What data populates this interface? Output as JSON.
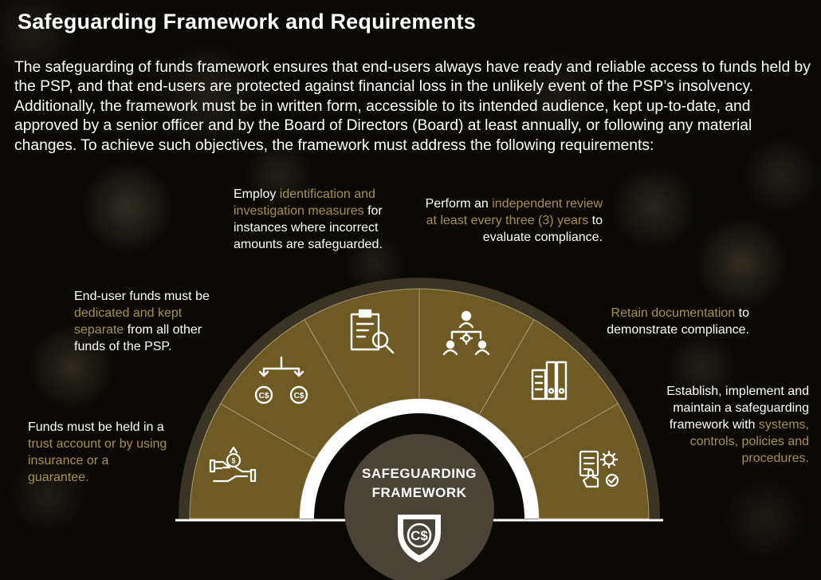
{
  "title": "Safeguarding Framework and Requirements",
  "intro": "The safeguarding of funds framework ensures that end-users always have ready and reliable access to funds held by the PSP, and that end-users are protected against financial loss in the unlikely event of the PSP’s insolvency. Additionally, the framework must be in written form, accessible to its intended audience, kept up-to-date, and approved by a senior officer and by the Board of Directors (Board) at least annually, or following any material changes. To achieve such objectives, the framework must address the following requirements:",
  "colors": {
    "gold": "#a8904b",
    "segment_fill": "#6f5a23",
    "outer_ring": "#3a3424",
    "center_disc": "#4a4438",
    "text": "#ffffff"
  },
  "center": {
    "label_line1": "SAFEGUARDING",
    "label_line2": "FRAMEWORK",
    "icon": "currency-shield-icon",
    "icon_text": "C$"
  },
  "requirements": [
    {
      "id": "trust-account",
      "icon": "hands-money-bag-icon",
      "pre": "Funds must be held in a ",
      "highlight": "trust account or by using insurance or a guarantee.",
      "post": ""
    },
    {
      "id": "dedicated-funds",
      "icon": "split-funds-icon",
      "pre": "End-user funds must be ",
      "highlight": "dedicated and kept separate",
      "post": " from all other funds of the PSP."
    },
    {
      "id": "identification",
      "icon": "clipboard-search-icon",
      "pre": "Employ ",
      "highlight": "identification and investigation measures",
      "post": " for instances where incorrect amounts are safeguarded."
    },
    {
      "id": "independent-review",
      "icon": "org-review-icon",
      "pre": "Perform an ",
      "highlight": "independent review at least every three (3) years",
      "post": " to evaluate compliance."
    },
    {
      "id": "documentation",
      "icon": "binders-icon",
      "pre": "",
      "highlight": "Retain documentation",
      "post": " to demonstrate compliance."
    },
    {
      "id": "establish-framework",
      "icon": "settings-checklist-icon",
      "pre": "Establish, implement and maintain a safeguarding framework with ",
      "highlight": "systems, controls, policies and procedures.",
      "post": ""
    }
  ]
}
